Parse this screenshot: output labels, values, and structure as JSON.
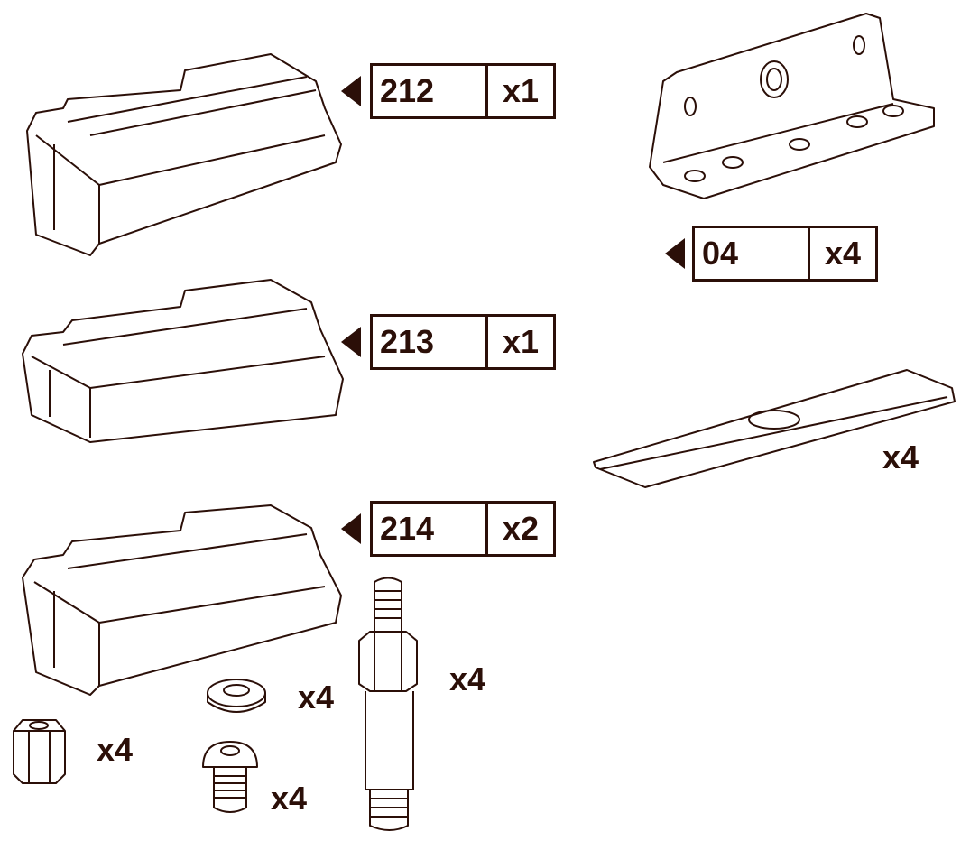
{
  "color": "#2b0f08",
  "parts": [
    {
      "name": "foot-pad-212",
      "code": "212",
      "qty": "x1"
    },
    {
      "name": "foot-pad-213",
      "code": "213",
      "qty": "x1"
    },
    {
      "name": "foot-pad-214",
      "code": "214",
      "qty": "x2"
    },
    {
      "name": "bracket",
      "code": "04",
      "qty": "x4"
    }
  ],
  "loose_parts": {
    "plate_qty": "x4",
    "washer_qty": "x4",
    "nut_qty": "x4",
    "bolt_qty": "x4",
    "stud_qty": "x4"
  }
}
